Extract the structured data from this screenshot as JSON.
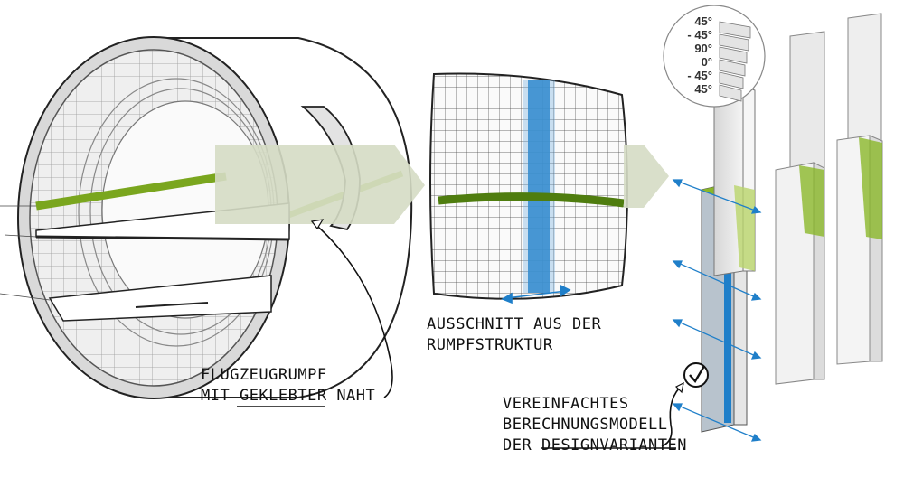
{
  "labels": {
    "fuselage_line1": "FLUGZEUGRUMPF",
    "fuselage_line2_a": "MIT ",
    "fuselage_line2_b": "GEKLEBTER",
    "fuselage_line2_c": " NAHT",
    "section_line1": "AUSSCHNITT AUS DER",
    "section_line2": "RUMPFSTRUKTUR",
    "model_line1": "VEREINFACHTES",
    "model_line2": "BERECHNUNGSMODELL",
    "model_line3_a": "DER ",
    "model_line3_b": "DESIGNVARIANTEN"
  },
  "ply_stack": [
    "45°",
    "- 45°",
    "90°",
    "0°",
    "- 45°",
    "45°"
  ],
  "colors": {
    "seam_green": "#8bb82a",
    "panel_blue": "#1f7fc9",
    "arrow_fill": "#d5dcc4",
    "fuselage_gray": "#e9e9e9",
    "outline": "#222222"
  }
}
